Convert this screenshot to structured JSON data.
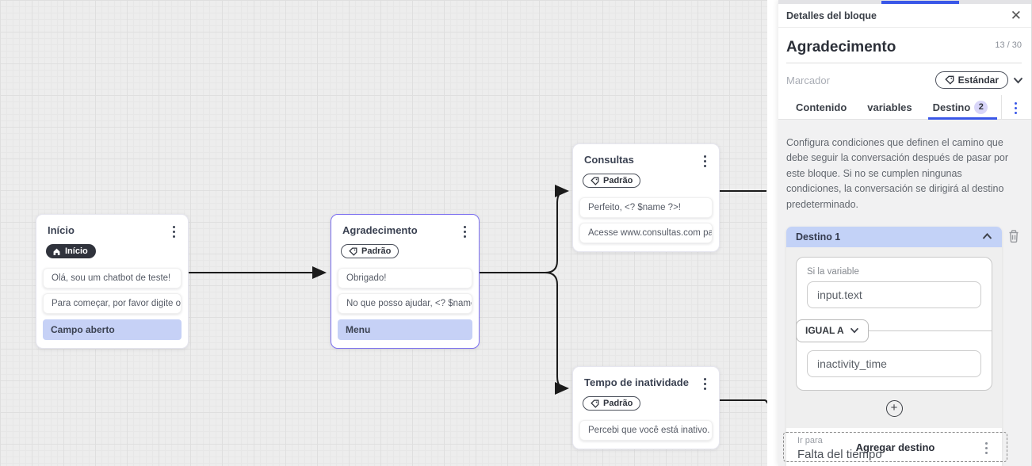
{
  "canvas": {
    "nodes": [
      {
        "title": "Início",
        "badge": "Início",
        "messages": [
          "Olá, sou um chatbot de teste!",
          "Para começar, por favor digite o ..."
        ],
        "action": "Campo aberto"
      },
      {
        "title": "Agradecimento",
        "badge": "Padrão",
        "messages": [
          "Obrigado!",
          "No que posso ajudar, <? $name ..."
        ],
        "action": "Menu"
      },
      {
        "title": "Consultas",
        "badge": "Padrão",
        "messages": [
          "Perfeito, <? $name ?>!",
          "Acesse www.consultas.com par..."
        ]
      },
      {
        "title": "Tempo de inatividade",
        "badge": "Padrão",
        "messages": [
          "Percebi que você está inativo. C..."
        ]
      }
    ]
  },
  "panel": {
    "header": "Detalles del bloque",
    "close_label": "✕",
    "title": "Agradecimento",
    "char_count": "13 / 30",
    "marker_placeholder": "Marcador",
    "marker_value": "Estándar",
    "tabs": [
      {
        "label": "Contenido"
      },
      {
        "label": "variables"
      },
      {
        "label": "Destino",
        "badge": "2"
      }
    ],
    "description": "Configura condiciones que definen el camino que debe seguir la conversación después de pasar por este bloque. Si no se cumplen ningunas condiciones, la conversación se dirigirá al destino predeterminado.",
    "destination": {
      "header": "Destino 1",
      "condition_label": "Si la variable",
      "variable_value": "input.text",
      "operator": "IGUAL A",
      "compare_value": "inactivity_time",
      "plus_label": "+",
      "goto_label": "Ir para",
      "goto_value": "Falta del tiempo"
    },
    "add_destination_label": "Agregar destino"
  },
  "colors": {
    "accent_blue": "#3a57e8",
    "selected_node_border": "#7b6ff0",
    "highlight_row": "#c6d1f6",
    "destination_header": "#c3d2f7",
    "dark_badge": "#30333c",
    "edge": "#1b1b1b",
    "canvas_bg": "#ededed",
    "panel_content_bg": "#f1f1f2"
  }
}
